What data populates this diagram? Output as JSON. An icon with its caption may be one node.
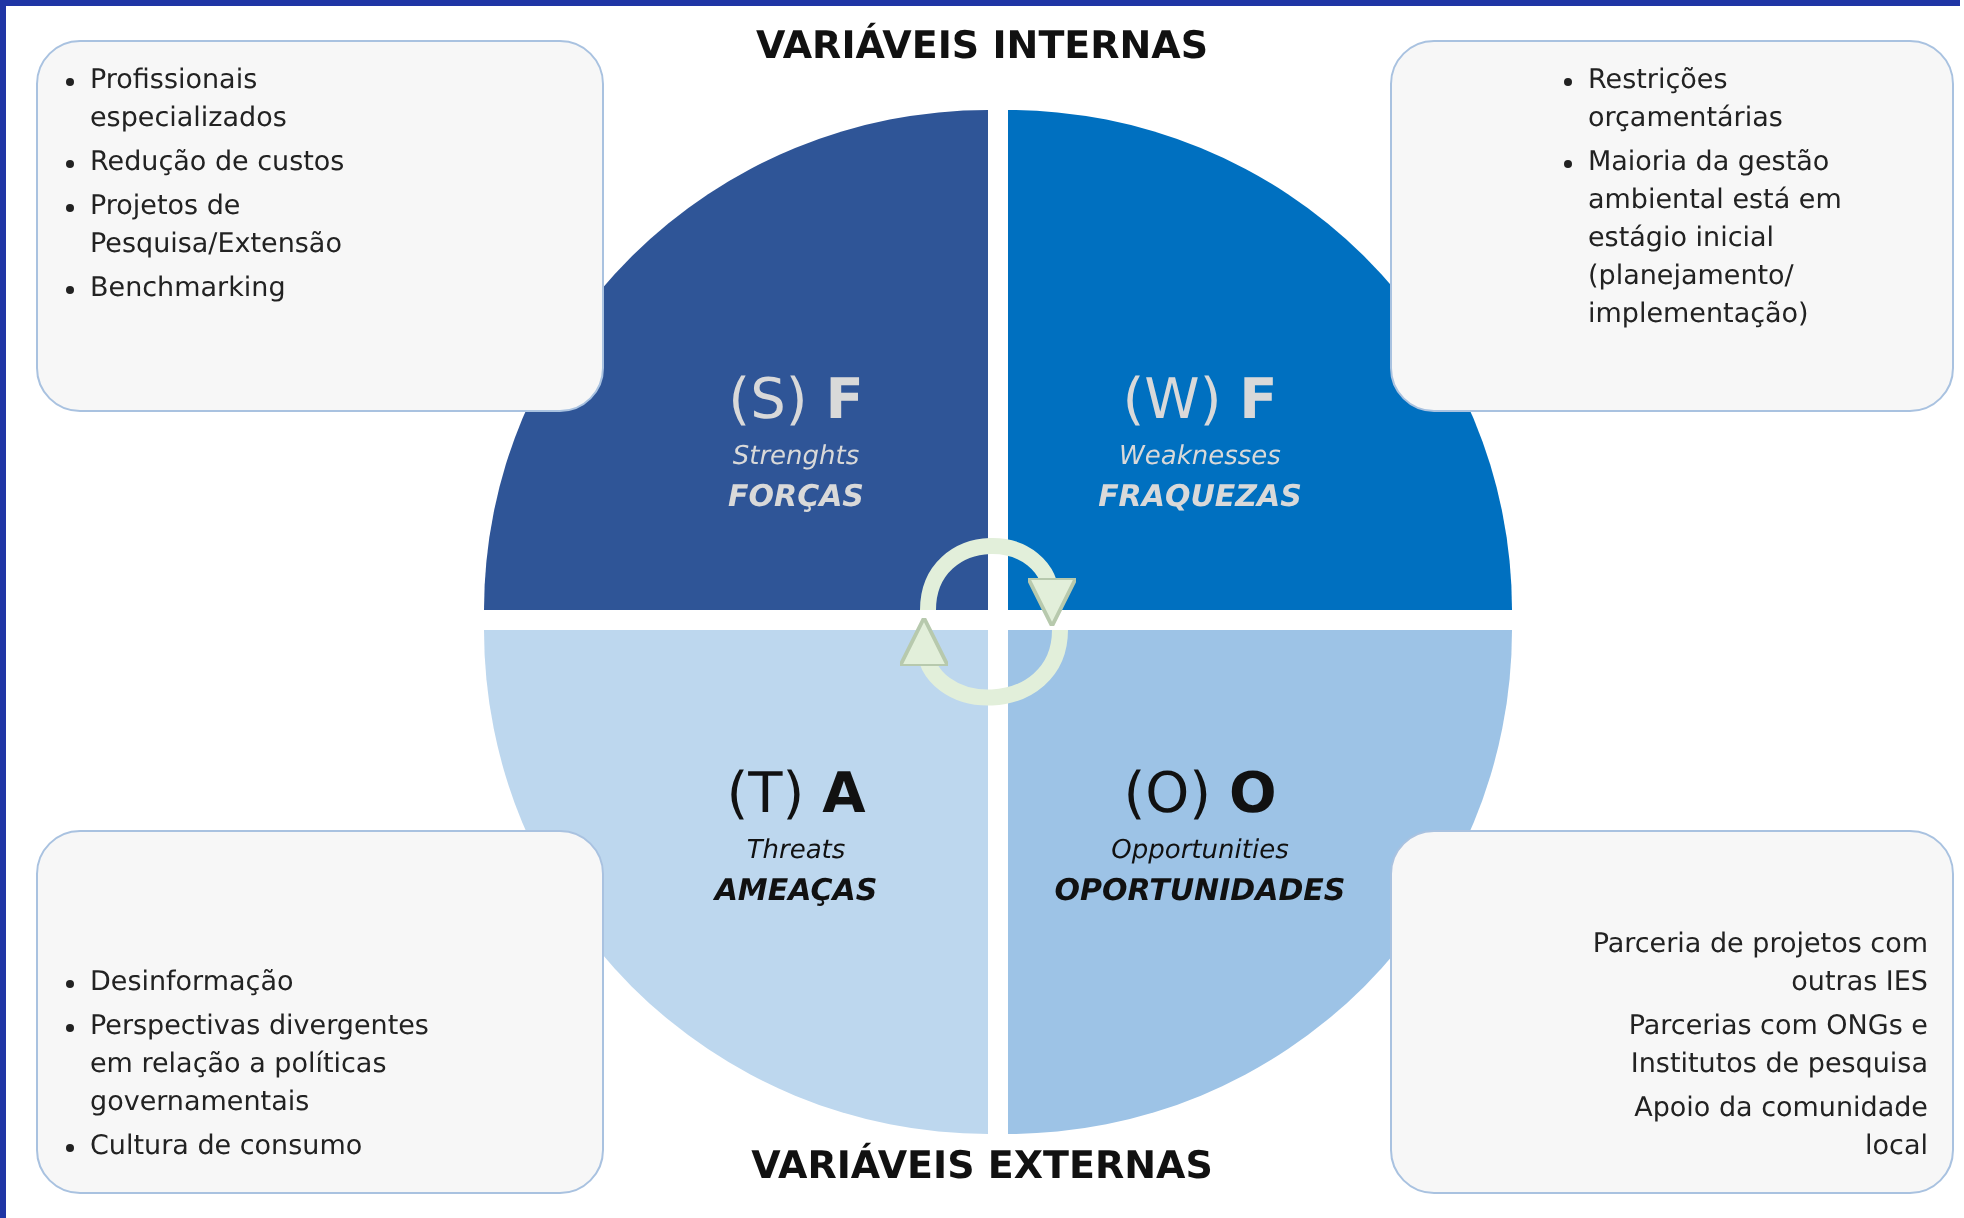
{
  "diagram": {
    "nodes": [
      {
        "text": [
          "(S) **F**",
          "Strenghts",
          "FORÇAS"
        ]
      },
      {
        "text": [
          "(W) **F**",
          "Weaknesses",
          "FRAQUEZAS"
        ]
      },
      {
        "text": [
          "(T) **A**",
          "Threats",
          "AMEAÇAS"
        ]
      },
      {
        "text": [
          "(O) **O**",
          "Opportunities",
          "OPORTUNIDADES"
        ]
      },
      {
        "text": [
          "Profissionais especializados",
          "Redução de custos",
          "Projetos de Pesquisa/Extensão",
          "Benchmarking"
        ]
      },
      {
        "text": [
          "Restrições orçamentárias",
          "Maioria da gestão ambiental está em estágio inicial (planejamento/ implementação)"
        ]
      },
      {
        "text": [
          "Desinformação",
          "Perspectivas divergentes em relação a políticas governamentais",
          "Cultura de consumo"
        ]
      },
      {
        "text": [
          "Parceria de projetos com outras IES",
          "Parcerias com ONGs e Institutos de pesquisa",
          "Apoio da comunidade local"
        ]
      }
    ],
    "edges": [
      {
        "from": 0,
        "to": 1,
        "arrow": "to"
      },
      {
        "from": 3,
        "to": 2,
        "arrow": "to"
      }
    ],
    "labels": [
      "VARIÁVEIS INTERNAS",
      "VARIÁVEIS EXTERNAS"
    ]
  }
}
